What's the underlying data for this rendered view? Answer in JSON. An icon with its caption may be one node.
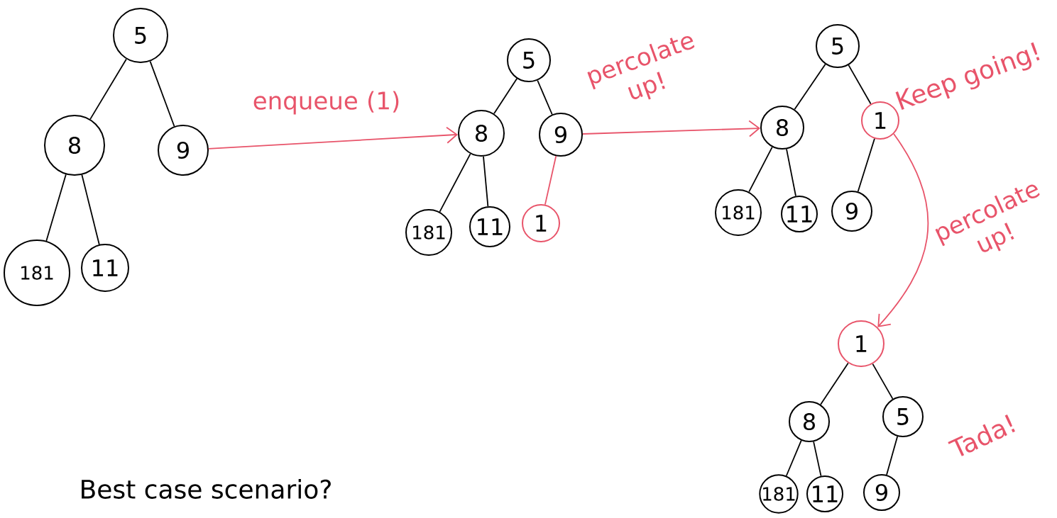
{
  "diagram": {
    "nodes": [
      {
        "text": [
          "5"
        ]
      },
      {
        "text": [
          "8"
        ]
      },
      {
        "text": [
          "9"
        ]
      },
      {
        "text": [
          "181"
        ]
      },
      {
        "text": [
          "11"
        ]
      },
      {
        "text": [
          "5"
        ]
      },
      {
        "text": [
          "8"
        ]
      },
      {
        "text": [
          "9"
        ]
      },
      {
        "text": [
          "181"
        ]
      },
      {
        "text": [
          "11"
        ]
      },
      {
        "text": [
          "1"
        ]
      },
      {
        "text": [
          "5"
        ]
      },
      {
        "text": [
          "8"
        ]
      },
      {
        "text": [
          "1"
        ]
      },
      {
        "text": [
          "181"
        ]
      },
      {
        "text": [
          "11"
        ]
      },
      {
        "text": [
          "9"
        ]
      },
      {
        "text": [
          "1"
        ]
      },
      {
        "text": [
          "8"
        ]
      },
      {
        "text": [
          "5"
        ]
      },
      {
        "text": [
          "181"
        ]
      },
      {
        "text": [
          "11"
        ]
      },
      {
        "text": [
          "9"
        ]
      }
    ],
    "edges": [
      {
        "from": 0,
        "to": 1,
        "arrow": "none"
      },
      {
        "from": 0,
        "to": 2,
        "arrow": "none"
      },
      {
        "from": 1,
        "to": 3,
        "arrow": "none"
      },
      {
        "from": 1,
        "to": 4,
        "arrow": "none"
      },
      {
        "from": 5,
        "to": 6,
        "arrow": "none"
      },
      {
        "from": 5,
        "to": 7,
        "arrow": "none"
      },
      {
        "from": 6,
        "to": 8,
        "arrow": "none"
      },
      {
        "from": 6,
        "to": 9,
        "arrow": "none"
      },
      {
        "from": 7,
        "to": 10,
        "arrow": "none",
        "color": "#e8546a"
      },
      {
        "from": 11,
        "to": 12,
        "arrow": "none"
      },
      {
        "from": 11,
        "to": 13,
        "arrow": "none"
      },
      {
        "from": 12,
        "to": 14,
        "arrow": "none"
      },
      {
        "from": 12,
        "to": 15,
        "arrow": "none"
      },
      {
        "from": 13,
        "to": 16,
        "arrow": "none"
      },
      {
        "from": 17,
        "to": 18,
        "arrow": "none"
      },
      {
        "from": 17,
        "to": 19,
        "arrow": "none"
      },
      {
        "from": 18,
        "to": 20,
        "arrow": "none"
      },
      {
        "from": 18,
        "to": 21,
        "arrow": "none"
      },
      {
        "from": 19,
        "to": 22,
        "arrow": "none"
      },
      {
        "from": 2,
        "to": 6,
        "arrow": "to",
        "label": "enqueue (1)",
        "color": "#e8546a"
      },
      {
        "from": 7,
        "to": 12,
        "arrow": "to",
        "label": "percolate up!",
        "color": "#e8546a"
      },
      {
        "from": 13,
        "to": 17,
        "arrow": "to",
        "label": "percolate up!",
        "color": "#e8546a"
      }
    ],
    "labels": [
      "Keep going!",
      "Tada!",
      "Best case scenario?"
    ]
  }
}
